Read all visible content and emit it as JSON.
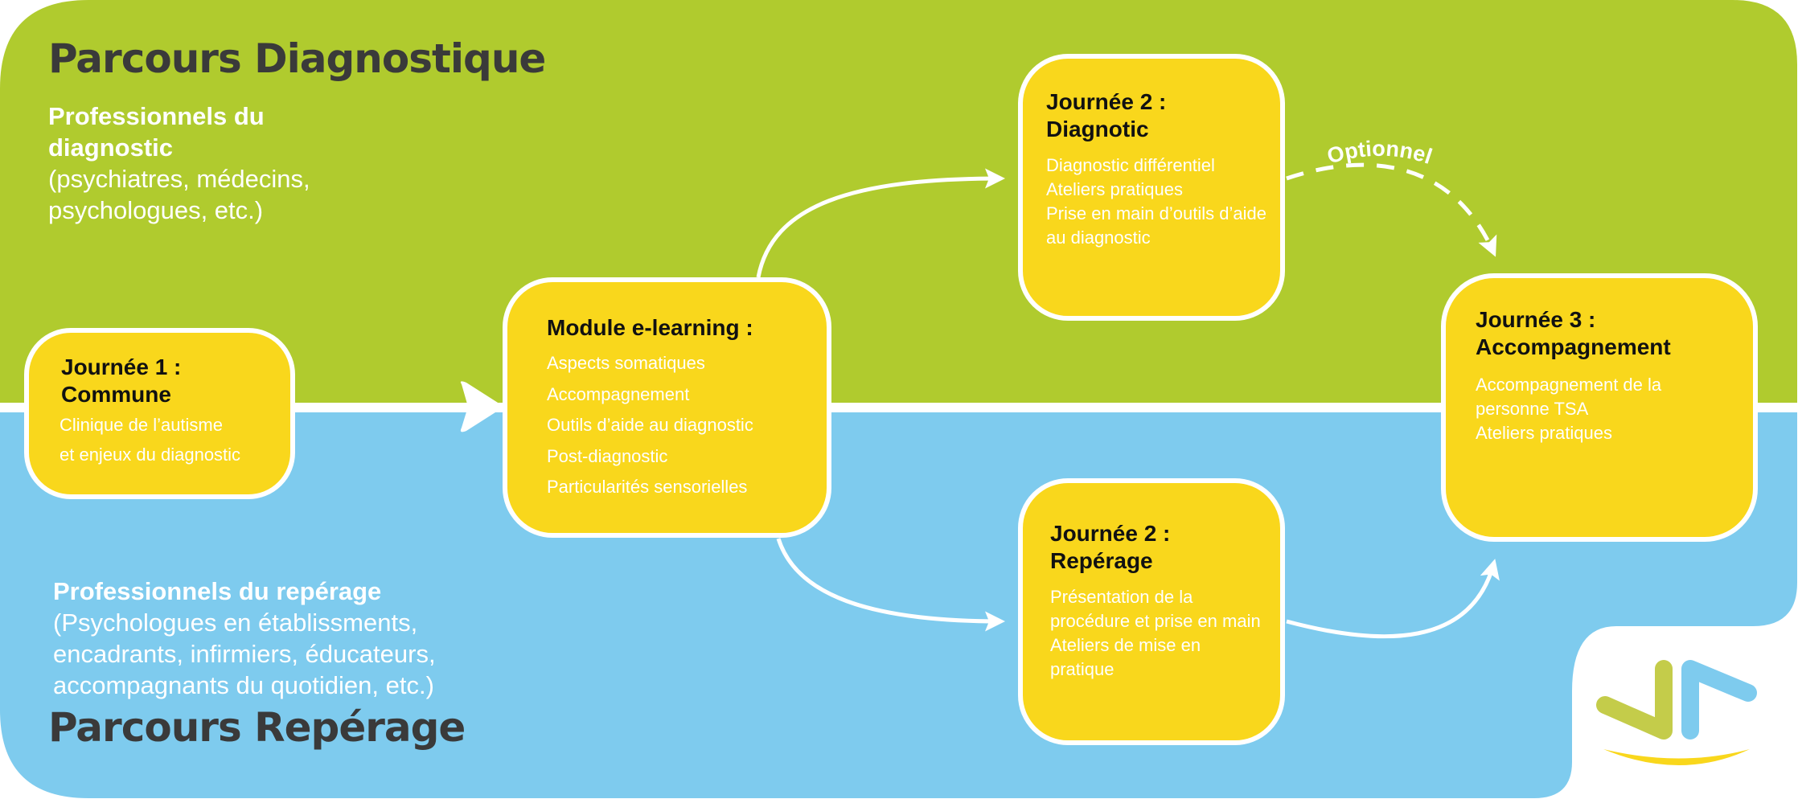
{
  "colors": {
    "diagnostic_band": "#b0cb2e",
    "reperage_band": "#7ecbee",
    "step_box": "#f9d71c",
    "connector": "#ffffff",
    "title_text": "#3a3a3a"
  },
  "tracks": {
    "diagnostic": {
      "title": "Parcours Diagnostique",
      "audience_head": "Professionnels du\ndiagnostic",
      "audience_desc": "(psychiatres, médecins,\npsychologues, etc.)"
    },
    "reperage": {
      "title": "Parcours Repérage",
      "audience_head": "Professionnels du repérage",
      "audience_desc": "(Psychologues en établissments,\nencadrants, infirmiers, éducateurs,\naccompagnants du quotidien, etc.)"
    }
  },
  "steps": {
    "day1": {
      "title": "Journée 1 :\nCommune",
      "items": [
        "Clinique de l’autisme",
        "et enjeux du diagnostic"
      ]
    },
    "elearning": {
      "title": "Module e-learning :",
      "items": [
        "Aspects somatiques",
        "Accompagnement",
        "Outils d’aide au diagnostic",
        "Post-diagnostic",
        "Particularités sensorielles"
      ]
    },
    "day2_diagnostic": {
      "title": "Journée 2 :\nDiagnotic",
      "items": [
        "Diagnostic différentiel",
        "Ateliers pratiques",
        "Prise en main d’outils d’aide",
        "au diagnostic"
      ]
    },
    "day2_reperage": {
      "title": "Journée 2 :\nRepérage",
      "items": [
        "Présentation de la",
        "procédure et prise en main",
        "Ateliers de mise en",
        "pratique"
      ]
    },
    "day3": {
      "title": "Journée 3 :\nAccompagnement",
      "items": [
        "Accompagnement de la",
        "personne TSA",
        "Ateliers pratiques"
      ]
    }
  },
  "connectors": {
    "optional_label": "Optionnel"
  },
  "logo": {
    "name": "logo-icon"
  }
}
